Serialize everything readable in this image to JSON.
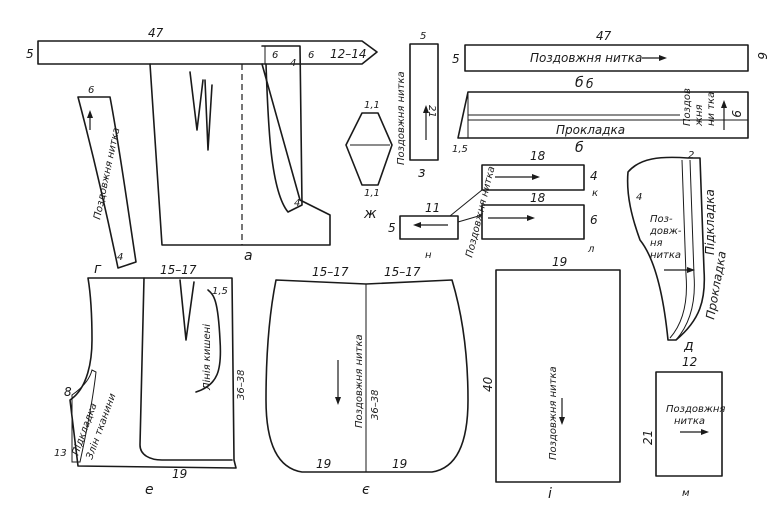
{
  "pieces": {
    "a": {
      "label": "а",
      "belt_length": "47",
      "belt_width": "5",
      "belt_tip": "12–14",
      "marks": [
        "6",
        "4",
        "6",
        "4"
      ]
    },
    "b": {
      "label": "б",
      "length": "47",
      "width": "5",
      "width_right": "6",
      "grain": "Поздовжня нитка"
    },
    "b2": {
      "label": "б",
      "top": "б",
      "right": "9",
      "left": "1,5",
      "interfacing": "Прокладка",
      "grain_line1": "Поздов",
      "grain_line2": "жня",
      "grain_line3": "ни тка"
    },
    "z": {
      "label": "з",
      "top": "5",
      "side": "21",
      "grain": "Поздовжня нитка"
    },
    "zh": {
      "label": "ж",
      "top": "1,1",
      "bottom": "1,1"
    },
    "g": {
      "label": "г",
      "top": "6",
      "bottom": "4",
      "grain": "Поздовжня нитка"
    },
    "k": {
      "label": "к",
      "length": "18",
      "width": "4"
    },
    "l": {
      "label": "л",
      "length": "18",
      "width": "6"
    },
    "n": {
      "label": "н",
      "length": "11",
      "width": "5",
      "grain": "Поздовжня нитка"
    },
    "d": {
      "label": "д",
      "top": "2",
      "side": "4",
      "lining": "Підкладка",
      "interfacing": "Прокладка",
      "grain_line1": "Поз-",
      "grain_line2": "довж-",
      "grain_line3": "ня",
      "grain_line4": "нитка"
    },
    "e": {
      "label": "е",
      "top": "15–17",
      "dart": "1,5",
      "pocket_line": "Лінія кишені",
      "side": "36–38",
      "bottom": "19",
      "left": "8",
      "left_bottom": "13",
      "lining_label": "Підкладка",
      "lining_grain": "Злін тканини"
    },
    "ye": {
      "label": "є",
      "top_left": "15–17",
      "top_right": "15–17",
      "middle": "36–38",
      "grain": "Поздовжня нитка",
      "bottom_left": "19",
      "bottom_right": "19"
    },
    "i": {
      "label": "і",
      "top": "19",
      "side": "40",
      "grain": "Поздовжня нитка"
    },
    "m": {
      "label": "м",
      "top": "12",
      "side": "21",
      "grain_line1": "Поздовжня",
      "grain_line2": "нитка"
    }
  }
}
